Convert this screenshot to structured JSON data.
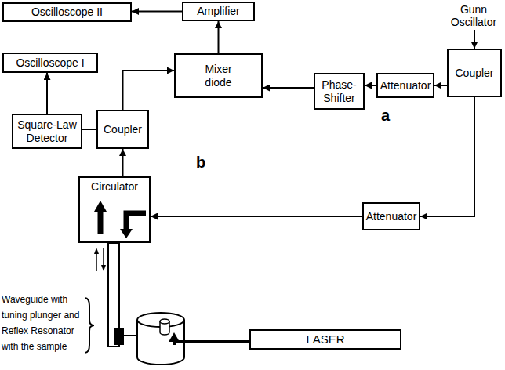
{
  "diagram": {
    "nodes": [
      {
        "text": [
          "Oscilloscope II"
        ]
      },
      {
        "text": [
          "Amplifier"
        ]
      },
      {
        "text": [
          "Gunn Oscillator"
        ]
      },
      {
        "text": [
          "Oscilloscope I"
        ]
      },
      {
        "text": [
          "Mixer diode"
        ]
      },
      {
        "text": [
          "Phase-Shifter"
        ]
      },
      {
        "text": [
          "Attenuator"
        ]
      },
      {
        "text": [
          "Coupler"
        ]
      },
      {
        "text": [
          "Square-Law Detector"
        ]
      },
      {
        "text": [
          "Coupler"
        ]
      },
      {
        "text": [
          "Circulator"
        ]
      },
      {
        "text": [
          "Attenuator"
        ]
      },
      {
        "text": [
          "LASER"
        ]
      }
    ],
    "edges": [
      {
        "from": 1,
        "to": 0,
        "arrow": "to"
      },
      {
        "from": 4,
        "to": 1,
        "arrow": "to"
      },
      {
        "from": 9,
        "to": 4,
        "arrow": "to"
      },
      {
        "from": 5,
        "to": 4,
        "arrow": "to"
      },
      {
        "from": 6,
        "to": 5,
        "arrow": "to"
      },
      {
        "from": 7,
        "to": 6,
        "arrow": "to"
      },
      {
        "from": 2,
        "to": 7,
        "arrow": "to"
      },
      {
        "from": 8,
        "to": 3,
        "arrow": "to"
      },
      {
        "from": 9,
        "to": 8,
        "arrow": "none"
      },
      {
        "from": 10,
        "to": 9,
        "arrow": "to"
      },
      {
        "from": 7,
        "to": 11,
        "arrow": "to"
      },
      {
        "from": 11,
        "to": 10,
        "arrow": "to"
      }
    ],
    "labels": [
      "a",
      "b",
      "Waveguide with tuning plunger and Reflex Resonator with the sample"
    ]
  }
}
